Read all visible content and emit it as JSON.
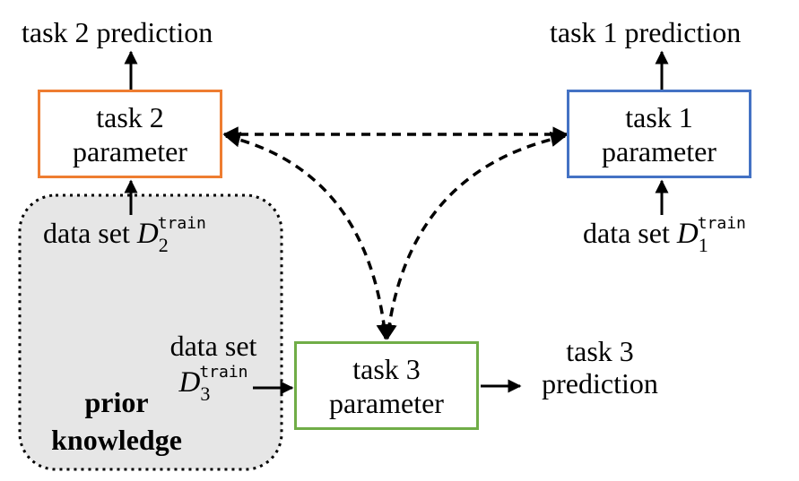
{
  "task2": {
    "prediction": "task 2 prediction",
    "box_line1": "task 2",
    "box_line2": "parameter",
    "dataset_prefix": "data set",
    "dataset_var": "D",
    "dataset_sub": "2",
    "dataset_sup": "train",
    "border_color": "#ee7d31"
  },
  "task1": {
    "prediction": "task 1 prediction",
    "box_line1": "task 1",
    "box_line2": "parameter",
    "dataset_prefix": "data set",
    "dataset_var": "D",
    "dataset_sub": "1",
    "dataset_sup": "train",
    "border_color": "#4472c4"
  },
  "task3": {
    "prediction_line1": "task 3",
    "prediction_line2": "prediction",
    "box_line1": "task 3",
    "box_line2": "parameter",
    "dataset_prefix": "data set",
    "dataset_var": "D",
    "dataset_sub": "3",
    "dataset_sup": "train",
    "border_color": "#70ad47"
  },
  "prior_knowledge": {
    "line1": "prior",
    "line2": "knowledge",
    "fill_color": "#e6e6e6"
  }
}
